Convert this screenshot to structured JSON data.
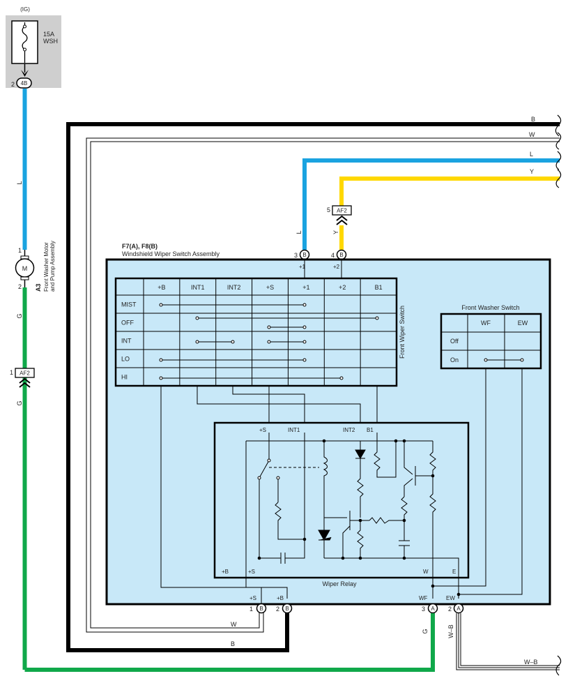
{
  "fuse": {
    "ig_label": "(IG)",
    "rating": "15A",
    "name": "WSH",
    "pin": "2",
    "connector": "4B"
  },
  "washer_motor": {
    "code": "A3",
    "name_line1": "Front Washer Motor",
    "name_line2": "and Pump Assembly",
    "symbol": "M",
    "pin_top": "1",
    "pin_bottom": "2"
  },
  "left_connector": {
    "pin": "1",
    "label": "AF2"
  },
  "top_connector": {
    "pin": "5",
    "label": "AF2"
  },
  "wire_colors": {
    "blue": "#1aa3e0",
    "yellow": "#ffd800",
    "green": "#10a84a",
    "black": "#000000",
    "panel_fill": "#c8e8f8",
    "fuse_box": "#cfcfcf"
  },
  "wire_labels": {
    "right_B": "B",
    "right_W": "W",
    "right_L": "L",
    "right_Y": "Y",
    "left_L": "L",
    "left_G_upper": "G",
    "left_G_lower": "G",
    "top_L": "L",
    "top_Y": "Y",
    "bottom_W": "W",
    "bottom_B": "B",
    "bottom_G": "G",
    "bottom_WB_vertical": "W–B",
    "bottom_WB_right": "W–B"
  },
  "assembly": {
    "code": "F7(A), F8(B)",
    "name": "Windshield Wiper Switch Assembly",
    "top_pins": [
      {
        "num": "3",
        "conn": "B",
        "label": "+1"
      },
      {
        "num": "4",
        "conn": "B",
        "label": "+2"
      }
    ],
    "bottom_pins": [
      {
        "num": "1",
        "conn": "B",
        "label": "+S"
      },
      {
        "num": "2",
        "conn": "B",
        "label": "+B"
      },
      {
        "num": "3",
        "conn": "A",
        "label": "WF"
      },
      {
        "num": "2",
        "conn": "A",
        "label": "EW"
      }
    ]
  },
  "wiper_switch": {
    "title": "Front Wiper Switch",
    "columns": [
      "+B",
      "INT1",
      "INT2",
      "+S",
      "+1",
      "+2",
      "B1"
    ],
    "rows": [
      "MIST",
      "OFF",
      "INT",
      "LO",
      "HI"
    ]
  },
  "washer_switch": {
    "title": "Front Washer Switch",
    "columns": [
      "WF",
      "EW"
    ],
    "rows": [
      "Off",
      "On"
    ]
  },
  "relay": {
    "name": "Wiper Relay",
    "top_labels": [
      "+S",
      "INT1",
      "INT2",
      "B1"
    ],
    "bottom_labels": [
      "+B",
      "+S",
      "W",
      "E"
    ]
  }
}
